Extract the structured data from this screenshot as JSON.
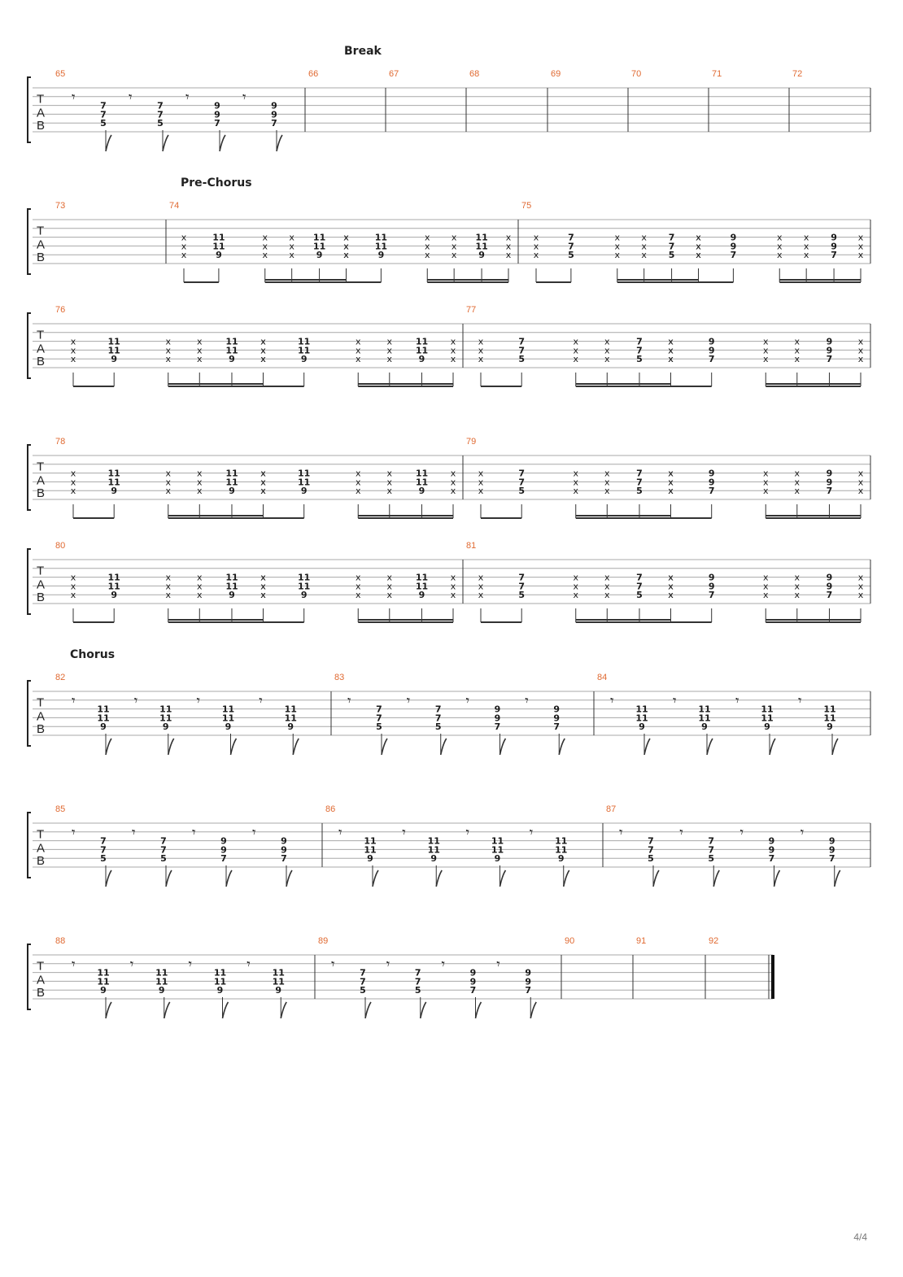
{
  "page_number": "4/4",
  "systems": [
    {
      "section": "Break",
      "measures": [
        {
          "n": "65",
          "t": "rest8"
        },
        {
          "n": "66",
          "t": "empty"
        },
        {
          "n": "67",
          "t": "empty"
        },
        {
          "n": "68",
          "t": "empty"
        },
        {
          "n": "69",
          "t": "empty"
        },
        {
          "n": "70",
          "t": "empty"
        },
        {
          "n": "71",
          "t": "empty"
        },
        {
          "n": "72",
          "t": "empty"
        }
      ],
      "chords": [
        [
          "7",
          "7",
          "5"
        ],
        [
          "7",
          "7",
          "5"
        ],
        [
          "9",
          "9",
          "7"
        ],
        [
          "9",
          "9",
          "7"
        ]
      ]
    },
    {
      "section": "Pre-Chorus",
      "measures": [
        {
          "n": "73",
          "t": "empty"
        },
        {
          "n": "74",
          "t": "mute",
          "c": [
            [
              "11",
              "11",
              "9"
            ],
            [
              "11",
              "11",
              "9"
            ],
            [
              "11",
              "11",
              "9"
            ],
            [
              "11",
              "11",
              "9"
            ]
          ]
        },
        {
          "n": "75",
          "t": "mute",
          "c": [
            [
              "7",
              "7",
              "5"
            ],
            [
              "7",
              "7",
              "5"
            ],
            [
              "9",
              "9",
              "7"
            ],
            [
              "9",
              "9",
              "7"
            ]
          ]
        }
      ]
    },
    {
      "section": "",
      "measures": [
        {
          "n": "76",
          "t": "mute",
          "c": [
            [
              "11",
              "11",
              "9"
            ],
            [
              "11",
              "11",
              "9"
            ],
            [
              "11",
              "11",
              "9"
            ],
            [
              "11",
              "11",
              "9"
            ]
          ]
        },
        {
          "n": "77",
          "t": "mute",
          "c": [
            [
              "7",
              "7",
              "5"
            ],
            [
              "7",
              "7",
              "5"
            ],
            [
              "9",
              "9",
              "7"
            ],
            [
              "9",
              "9",
              "7"
            ]
          ]
        }
      ]
    },
    {
      "section": "",
      "measures": [
        {
          "n": "78",
          "t": "mute",
          "c": [
            [
              "11",
              "11",
              "9"
            ],
            [
              "11",
              "11",
              "9"
            ],
            [
              "11",
              "11",
              "9"
            ],
            [
              "11",
              "11",
              "9"
            ]
          ]
        },
        {
          "n": "79",
          "t": "mute",
          "c": [
            [
              "7",
              "7",
              "5"
            ],
            [
              "7",
              "7",
              "5"
            ],
            [
              "9",
              "9",
              "7"
            ],
            [
              "9",
              "9",
              "7"
            ]
          ]
        }
      ]
    },
    {
      "section": "",
      "measures": [
        {
          "n": "80",
          "t": "mute",
          "c": [
            [
              "11",
              "11",
              "9"
            ],
            [
              "11",
              "11",
              "9"
            ],
            [
              "11",
              "11",
              "9"
            ],
            [
              "11",
              "11",
              "9"
            ]
          ]
        },
        {
          "n": "81",
          "t": "mute",
          "c": [
            [
              "7",
              "7",
              "5"
            ],
            [
              "7",
              "7",
              "5"
            ],
            [
              "9",
              "9",
              "7"
            ],
            [
              "9",
              "9",
              "7"
            ]
          ]
        }
      ]
    },
    {
      "section": "Chorus",
      "measures": [
        {
          "n": "82",
          "t": "rest8",
          "c": [
            [
              "11",
              "11",
              "9"
            ],
            [
              "11",
              "11",
              "9"
            ],
            [
              "11",
              "11",
              "9"
            ],
            [
              "11",
              "11",
              "9"
            ]
          ]
        },
        {
          "n": "83",
          "t": "rest8",
          "c": [
            [
              "7",
              "7",
              "5"
            ],
            [
              "7",
              "7",
              "5"
            ],
            [
              "9",
              "9",
              "7"
            ],
            [
              "9",
              "9",
              "7"
            ]
          ]
        },
        {
          "n": "84",
          "t": "rest8",
          "c": [
            [
              "11",
              "11",
              "9"
            ],
            [
              "11",
              "11",
              "9"
            ],
            [
              "11",
              "11",
              "9"
            ],
            [
              "11",
              "11",
              "9"
            ]
          ]
        }
      ]
    },
    {
      "section": "",
      "measures": [
        {
          "n": "85",
          "t": "rest8",
          "c": [
            [
              "7",
              "7",
              "5"
            ],
            [
              "7",
              "7",
              "5"
            ],
            [
              "9",
              "9",
              "7"
            ],
            [
              "9",
              "9",
              "7"
            ]
          ]
        },
        {
          "n": "86",
          "t": "rest8",
          "c": [
            [
              "11",
              "11",
              "9"
            ],
            [
              "11",
              "11",
              "9"
            ],
            [
              "11",
              "11",
              "9"
            ],
            [
              "11",
              "11",
              "9"
            ]
          ]
        },
        {
          "n": "87",
          "t": "rest8",
          "c": [
            [
              "7",
              "7",
              "5"
            ],
            [
              "7",
              "7",
              "5"
            ],
            [
              "9",
              "9",
              "7"
            ],
            [
              "9",
              "9",
              "7"
            ]
          ]
        }
      ]
    },
    {
      "section": "",
      "measures": [
        {
          "n": "88",
          "t": "rest8",
          "c": [
            [
              "11",
              "11",
              "9"
            ],
            [
              "11",
              "11",
              "9"
            ],
            [
              "11",
              "11",
              "9"
            ],
            [
              "11",
              "11",
              "9"
            ]
          ]
        },
        {
          "n": "89",
          "t": "rest8",
          "c": [
            [
              "7",
              "7",
              "5"
            ],
            [
              "7",
              "7",
              "5"
            ],
            [
              "9",
              "9",
              "7"
            ],
            [
              "9",
              "9",
              "7"
            ]
          ]
        },
        {
          "n": "90",
          "t": "empty"
        },
        {
          "n": "91",
          "t": "empty"
        },
        {
          "n": "92",
          "t": "empty",
          "final": true
        }
      ]
    }
  ]
}
